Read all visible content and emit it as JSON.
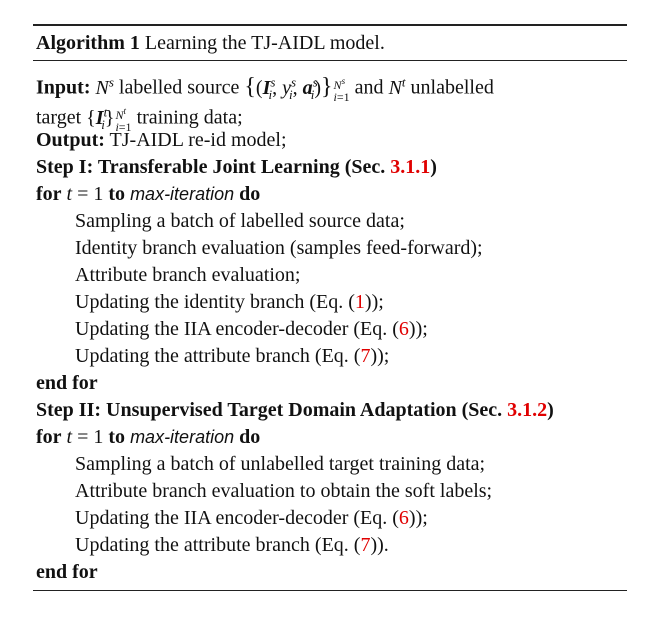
{
  "algorithm": {
    "label": "Algorithm 1",
    "title": "Learning the TJ-AIDL model.",
    "input_label": "Input:",
    "input_text_a": "labelled source",
    "input_text_b": "and",
    "input_text_c": "unlabelled",
    "input_text_d": "target",
    "input_text_e": "training data;",
    "output_label": "Output:",
    "output_text": "TJ-AIDL re-id model;",
    "step1": {
      "prefix": "Step I: Transferable Joint Learning (Sec. ",
      "ref": "3.1.1",
      "suffix": ")"
    },
    "step2": {
      "prefix": "Step II: Unsupervised Target Domain Adaptation (Sec. ",
      "ref": "3.1.2",
      "suffix": ")"
    },
    "for_kw": "for",
    "to_kw": "to",
    "do_kw": "do",
    "end_for": "end for",
    "max_iter": "max-iteration",
    "loop1": [
      {
        "text": "Sampling a batch of labelled source data;",
        "ref": "",
        "tail": ""
      },
      {
        "text": "Identity branch evaluation (samples feed-forward);",
        "ref": "",
        "tail": ""
      },
      {
        "text": "Attribute branch evaluation;",
        "ref": "",
        "tail": ""
      },
      {
        "text": "Updating the identity branch (Eq. (",
        "ref": "1",
        "tail": "));"
      },
      {
        "text": "Updating the IIA encoder-decoder (Eq. (",
        "ref": "6",
        "tail": "));"
      },
      {
        "text": "Updating the attribute branch (Eq. (",
        "ref": "7",
        "tail": "));"
      }
    ],
    "loop2": [
      {
        "text": "Sampling a batch of unlabelled target training data;",
        "ref": "",
        "tail": ""
      },
      {
        "text": "Attribute branch evaluation to obtain the soft labels;",
        "ref": "",
        "tail": ""
      },
      {
        "text": "Updating the IIA encoder-decoder (Eq. (",
        "ref": "6",
        "tail": "));"
      },
      {
        "text": "Updating the attribute branch (Eq. (",
        "ref": "7",
        "tail": "))."
      }
    ]
  }
}
